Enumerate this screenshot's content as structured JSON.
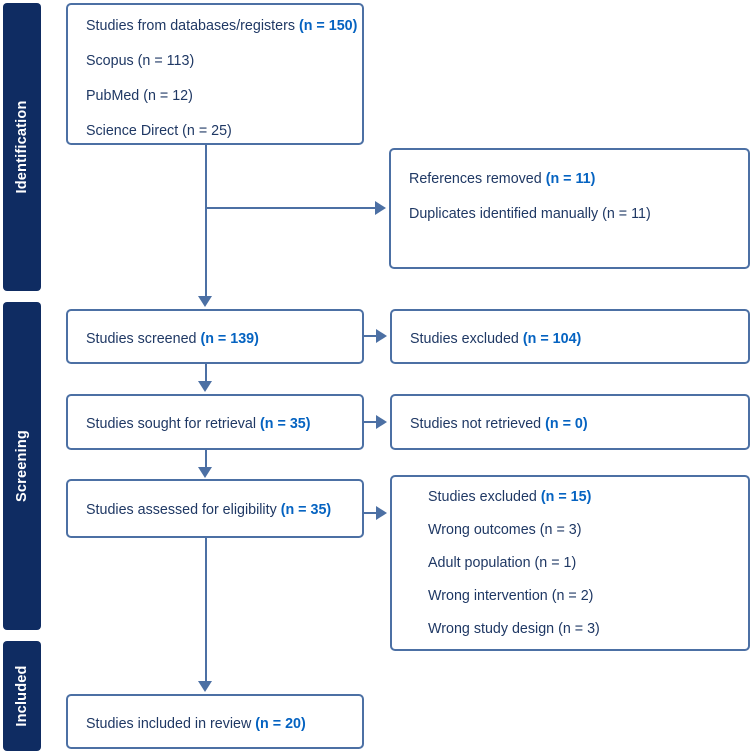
{
  "diagram": {
    "title": "PRISMA flow diagram",
    "colors": {
      "stage_bar": "#0F2C62",
      "box_border": "#4C70A4",
      "text": "#1F3864",
      "count": "#0563C1",
      "connector": "#4C70A4",
      "background": "#FFFFFF"
    }
  },
  "stages": [
    {
      "id": "identification",
      "label": "Identification"
    },
    {
      "id": "screening",
      "label": "Screening"
    },
    {
      "id": "included",
      "label": "Included"
    }
  ],
  "boxes": {
    "records_identified": {
      "lines": [
        {
          "text": "Studies from databases/registers ",
          "count": "(n = 150)"
        },
        {
          "text": "Scopus (n = 113)",
          "count": ""
        },
        {
          "text": "PubMed (n = 12)",
          "count": ""
        },
        {
          "text": "Science Direct (n = 25)",
          "count": ""
        }
      ]
    },
    "records_removed": {
      "lines": [
        {
          "text": "References removed ",
          "count": "(n = 11)"
        },
        {
          "text": "Duplicates identified manually (n = 11)",
          "count": ""
        }
      ]
    },
    "records_screened": {
      "lines": [
        {
          "text": "Studies screened ",
          "count": "(n = 139)"
        }
      ]
    },
    "records_excluded": {
      "lines": [
        {
          "text": "Studies excluded ",
          "count": "(n = 104)"
        }
      ]
    },
    "reports_sought": {
      "lines": [
        {
          "text": "Studies sought for retrieval ",
          "count": "(n = 35)"
        }
      ]
    },
    "reports_not_retrieved": {
      "lines": [
        {
          "text": "Studies not retrieved ",
          "count": "(n = 0)"
        }
      ]
    },
    "reports_assessed": {
      "lines": [
        {
          "text": "Studies assessed for eligibility ",
          "count": "(n = 35)"
        }
      ]
    },
    "reports_excluded": {
      "lines": [
        {
          "text": "Studies excluded ",
          "count": "(n = 15)"
        },
        {
          "text": "Wrong outcomes (n = 3)",
          "count": ""
        },
        {
          "text": "Adult population (n = 1)",
          "count": ""
        },
        {
          "text": "Wrong intervention (n = 2)",
          "count": ""
        },
        {
          "text": "Wrong study design (n = 3)",
          "count": ""
        }
      ]
    },
    "studies_included": {
      "lines": [
        {
          "text": "Studies included in review ",
          "count": "(n = 20)"
        }
      ]
    }
  },
  "chart_data": {
    "type": "diagram",
    "title": "PRISMA flow diagram",
    "nodes": [
      {
        "id": "records_identified",
        "stage": "Identification",
        "label": "Studies from databases/registers",
        "n": 150,
        "sources": [
          {
            "name": "Scopus",
            "n": 113
          },
          {
            "name": "PubMed",
            "n": 12
          },
          {
            "name": "Science Direct",
            "n": 25
          }
        ]
      },
      {
        "id": "records_removed",
        "stage": "Identification",
        "label": "References removed",
        "n": 11,
        "sources": [
          {
            "name": "Duplicates identified manually",
            "n": 11
          }
        ]
      },
      {
        "id": "records_screened",
        "stage": "Screening",
        "label": "Studies screened",
        "n": 139
      },
      {
        "id": "records_excluded",
        "stage": "Screening",
        "label": "Studies excluded",
        "n": 104
      },
      {
        "id": "reports_sought",
        "stage": "Screening",
        "label": "Studies sought for retrieval",
        "n": 35
      },
      {
        "id": "reports_not_retrieved",
        "stage": "Screening",
        "label": "Studies not retrieved",
        "n": 0
      },
      {
        "id": "reports_assessed",
        "stage": "Screening",
        "label": "Studies assessed for eligibility",
        "n": 35
      },
      {
        "id": "reports_excluded",
        "stage": "Screening",
        "label": "Studies excluded",
        "n": 15,
        "reasons": [
          {
            "name": "Wrong outcomes",
            "n": 3
          },
          {
            "name": "Adult population",
            "n": 1
          },
          {
            "name": "Wrong intervention",
            "n": 2
          },
          {
            "name": "Wrong study design",
            "n": 3
          }
        ]
      },
      {
        "id": "studies_included",
        "stage": "Included",
        "label": "Studies included in review",
        "n": 20
      }
    ],
    "edges": [
      {
        "from": "records_identified",
        "to": "records_removed",
        "direction": "right"
      },
      {
        "from": "records_identified",
        "to": "records_screened",
        "direction": "down"
      },
      {
        "from": "records_screened",
        "to": "records_excluded",
        "direction": "right"
      },
      {
        "from": "records_screened",
        "to": "reports_sought",
        "direction": "down"
      },
      {
        "from": "reports_sought",
        "to": "reports_not_retrieved",
        "direction": "right"
      },
      {
        "from": "reports_sought",
        "to": "reports_assessed",
        "direction": "down"
      },
      {
        "from": "reports_assessed",
        "to": "reports_excluded",
        "direction": "right"
      },
      {
        "from": "reports_assessed",
        "to": "studies_included",
        "direction": "down"
      }
    ]
  }
}
